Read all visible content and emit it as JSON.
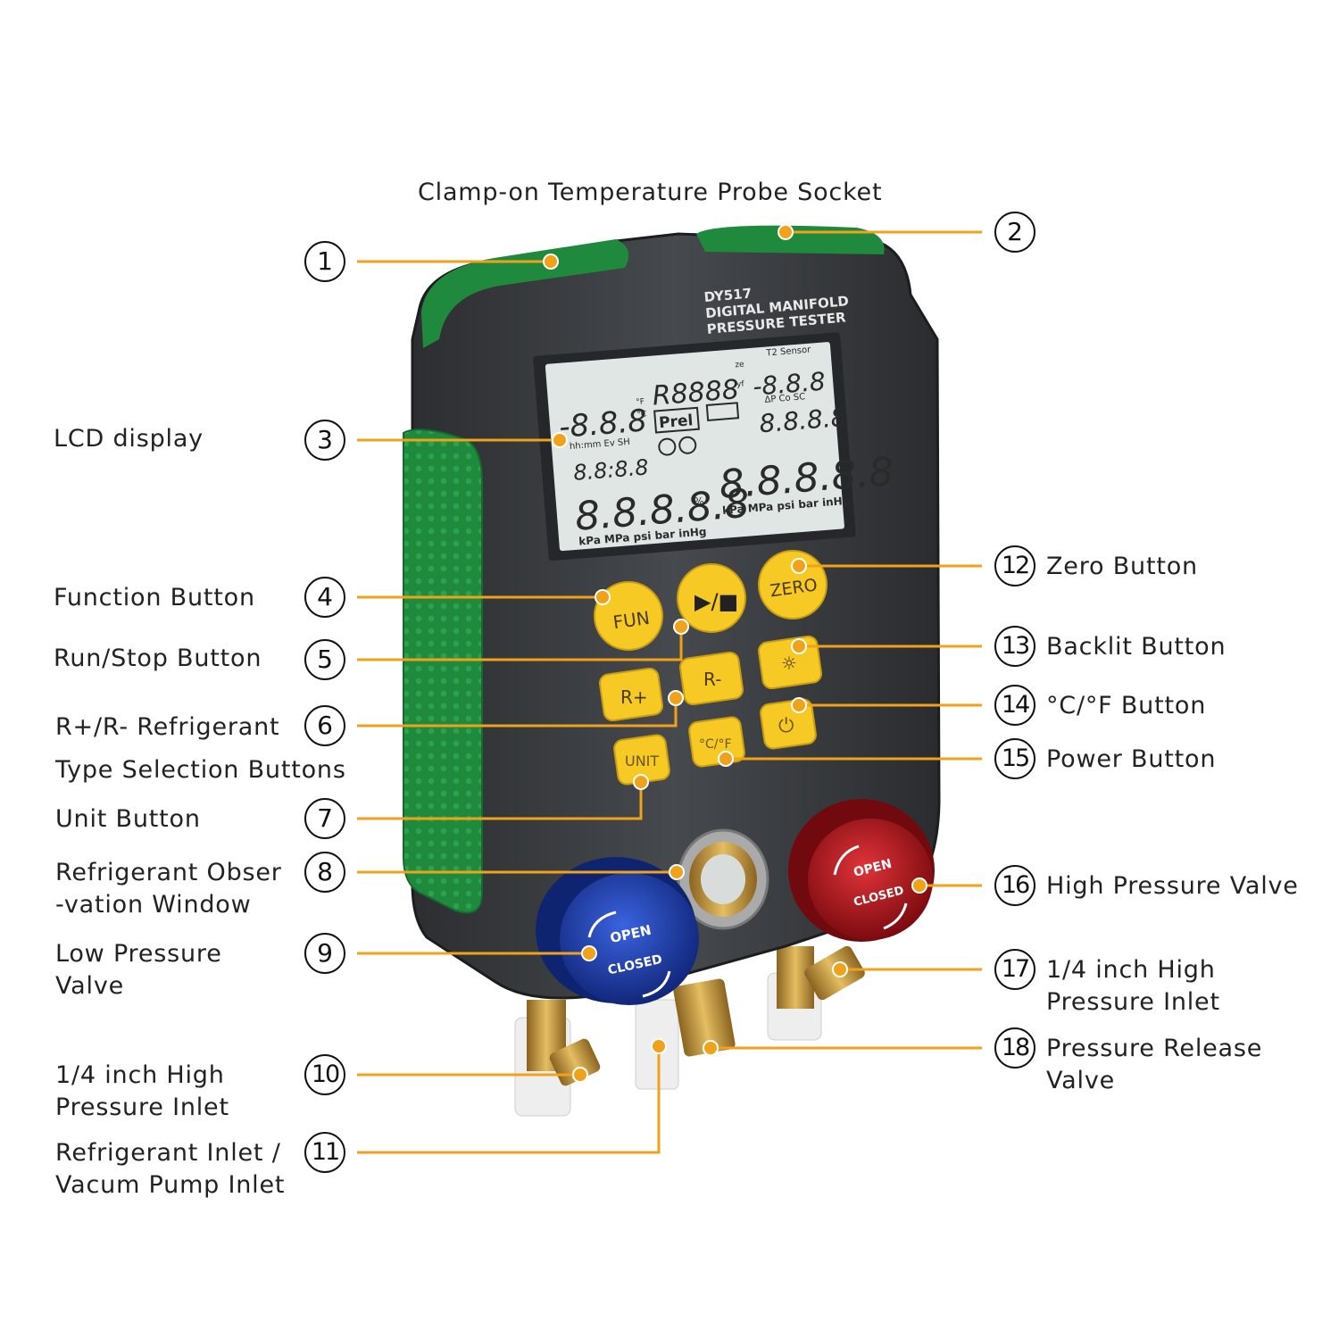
{
  "device": {
    "model": "DY517",
    "name_line1": "DIGITAL MANIFOLD",
    "name_line2": "PRESSURE TESTER",
    "lcd_segments": [
      "-8.8.8",
      "R8888",
      "-8.8.8",
      "8.8:8.8",
      "8.8.8.8",
      "8.8.8.8.8",
      "8.8.8.8.8"
    ],
    "lcd_labels": [
      "Prel",
      "hh:mm Ev SH",
      "T2 Sensor",
      "ΔP Co SC",
      "kPa MPa psi bar inHg",
      "kPa MPa psi bar inHg",
      "°F",
      "°C",
      "%",
      "ze",
      "yf"
    ],
    "buttons": {
      "fun": "FUN",
      "run_stop": "▶/■",
      "zero": "ZERO",
      "r_plus": "R+",
      "r_minus": "R-",
      "backlit": "☼",
      "unit": "UNIT",
      "temp": "°C/°F",
      "power": "⏻"
    },
    "valve_text": {
      "open": "OPEN",
      "closed": "CLOSED"
    }
  },
  "callouts": [
    {
      "n": "1",
      "label": ""
    },
    {
      "n": "2",
      "label": ""
    },
    {
      "n": "3",
      "label": "LCD display"
    },
    {
      "n": "4",
      "label": "Function Button"
    },
    {
      "n": "5",
      "label": "Run/Stop Button"
    },
    {
      "n": "6",
      "label": "R+/R- Refrigerant",
      "label2": "Type Selection Buttons"
    },
    {
      "n": "7",
      "label": "Unit Button"
    },
    {
      "n": "8",
      "label": "Refrigerant Obser",
      "label2": "-vation Window"
    },
    {
      "n": "9",
      "label": "Low Pressure",
      "label2": "Valve"
    },
    {
      "n": "10",
      "label": "1/4 inch High",
      "label2": "Pressure Inlet"
    },
    {
      "n": "11",
      "label": "Refrigerant Inlet /",
      "label2": "Vacum Pump Inlet"
    },
    {
      "n": "12",
      "label": "Zero Button"
    },
    {
      "n": "13",
      "label": "Backlit Button"
    },
    {
      "n": "14",
      "label": "°C/°F Button"
    },
    {
      "n": "15",
      "label": "Power Button"
    },
    {
      "n": "16",
      "label": "High Pressure Valve"
    },
    {
      "n": "17",
      "label": "1/4 inch High",
      "label2": "Pressure Inlet"
    },
    {
      "n": "18",
      "label": "Pressure Release",
      "label2": "Valve"
    }
  ],
  "top_caption": "Clamp-on Temperature Probe Socket",
  "colors": {
    "leader": "#f0a21b",
    "body": "#3d3f42",
    "grip": "#1f8a3e",
    "button": "#f6c925",
    "lcd": "#dfe6e4",
    "low_valve": "#1d3fb3",
    "high_valve": "#b3161b",
    "brass": "#c99a3a"
  }
}
